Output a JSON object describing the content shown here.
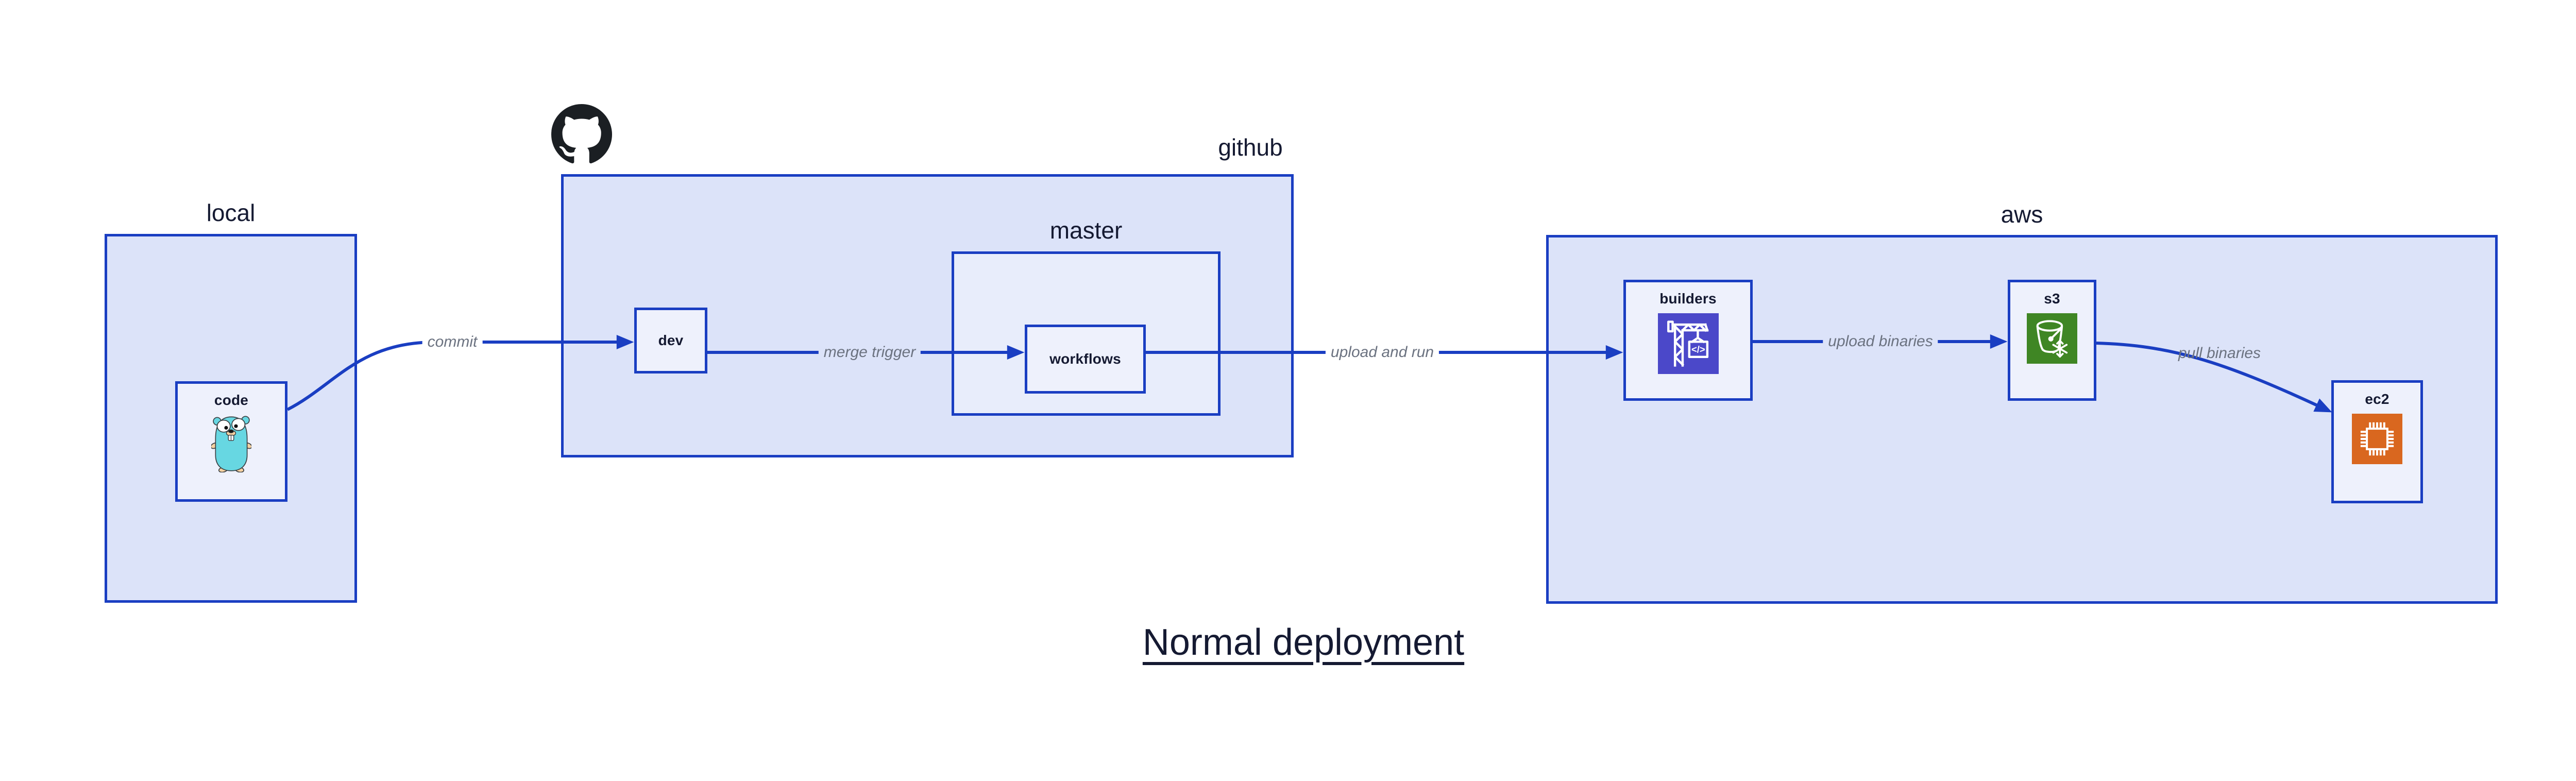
{
  "title": "Normal deployment",
  "containers": {
    "local": {
      "label": "local"
    },
    "github": {
      "label": "github"
    },
    "master": {
      "label": "master"
    },
    "aws": {
      "label": "aws"
    }
  },
  "nodes": {
    "code": {
      "label": "code"
    },
    "dev": {
      "label": "dev"
    },
    "workflows": {
      "label": "workflows"
    },
    "builders": {
      "label": "builders"
    },
    "s3": {
      "label": "s3"
    },
    "ec2": {
      "label": "ec2"
    }
  },
  "edges": {
    "commit": {
      "label": "commit"
    },
    "merge_trigger": {
      "label": "merge trigger"
    },
    "upload_and_run": {
      "label": "upload and run"
    },
    "upload_binaries": {
      "label": "upload binaries"
    },
    "pull_binaries": {
      "label": "pull binaries"
    }
  },
  "icons": {
    "codebuild_glyph": "</>"
  },
  "colors": {
    "canvas_bg": "#ffffff",
    "container_fill": "#dce3f9",
    "master_fill": "#e8edfb",
    "node_fill": "#eef1fc",
    "line_blue": "#1a3ec2",
    "text_dark": "#151a32",
    "edge_label": "#6b7280",
    "codebuild_bg": "#4b48c9",
    "glacier_bg": "#3f8624",
    "ec2_bg": "#d9671f",
    "octocat": "#1b1f23",
    "gopher_body": "#67d7e2",
    "gopher_skin": "#f6d2a2",
    "gopher_outline": "#3a3f42"
  }
}
